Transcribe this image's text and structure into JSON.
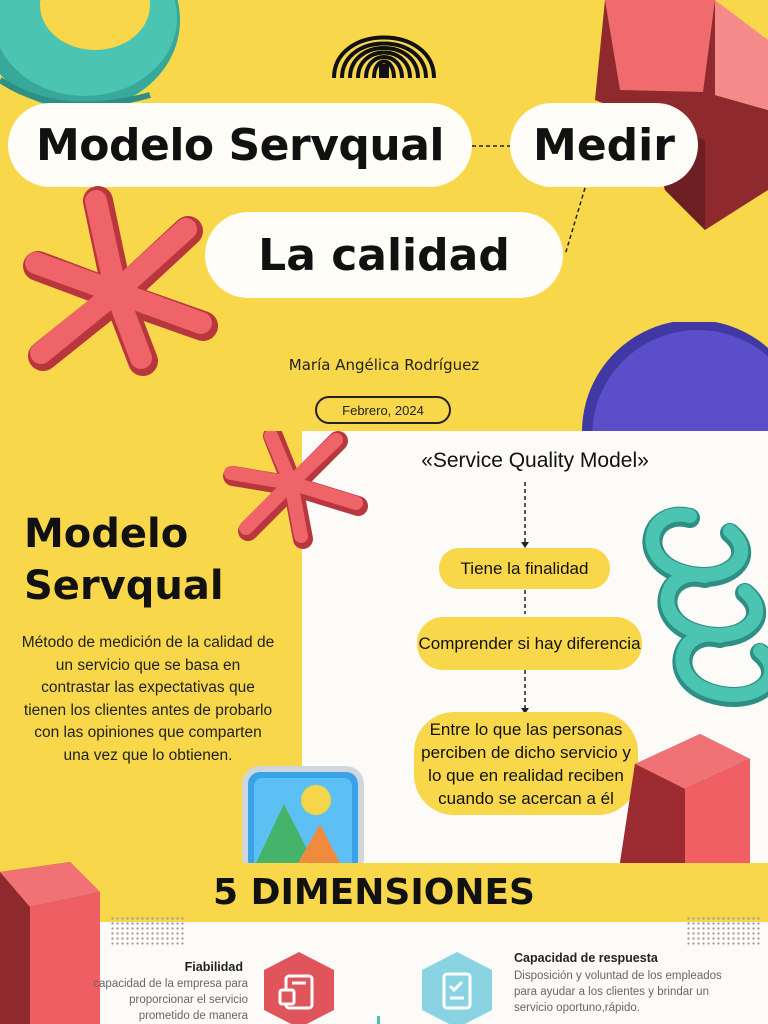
{
  "cover": {
    "title_left": "Modelo Servqual",
    "title_right": "Medir",
    "title_bottom": "La calidad",
    "author": "María Angélica Rodríguez",
    "date": "Febrero, 2024"
  },
  "intro": {
    "title_line1": "Modelo",
    "title_line2": "Servqual",
    "description": "Método de medición de la calidad de un servicio que se basa en contrastar las expectativas que tienen los clientes antes de probarlo con las opiniones que comparten una vez que lo obtienen."
  },
  "flow": {
    "title": "«Service Quality Model»",
    "step1": "Tiene la finalidad",
    "step2": "Comprender si hay diferencia",
    "step3": "Entre lo que las personas perciben de dicho servicio y lo que en realidad reciben cuando se acercan a él"
  },
  "dimensions": {
    "title": "5 DIMENSIONES",
    "items": [
      {
        "heading": "Fiabilidad",
        "text": "capacidad de la empresa para proporcionar el servicio prometido de manera",
        "icon": "document-icon",
        "color": "#e0555b"
      },
      {
        "heading": "Capacidad de respuesta",
        "text": "Disposición y voluntad de los empleados para ayudar a los clientes y brindar un servicio oportuno,rápido.",
        "icon": "checklist-icon",
        "color": "#8ad3e2"
      }
    ]
  },
  "colors": {
    "background": "#f8d74a",
    "panel": "#fcfbf8",
    "accent_red": "#e0555b",
    "accent_teal": "#4cc4b2",
    "accent_purple": "#5a4fc8"
  }
}
